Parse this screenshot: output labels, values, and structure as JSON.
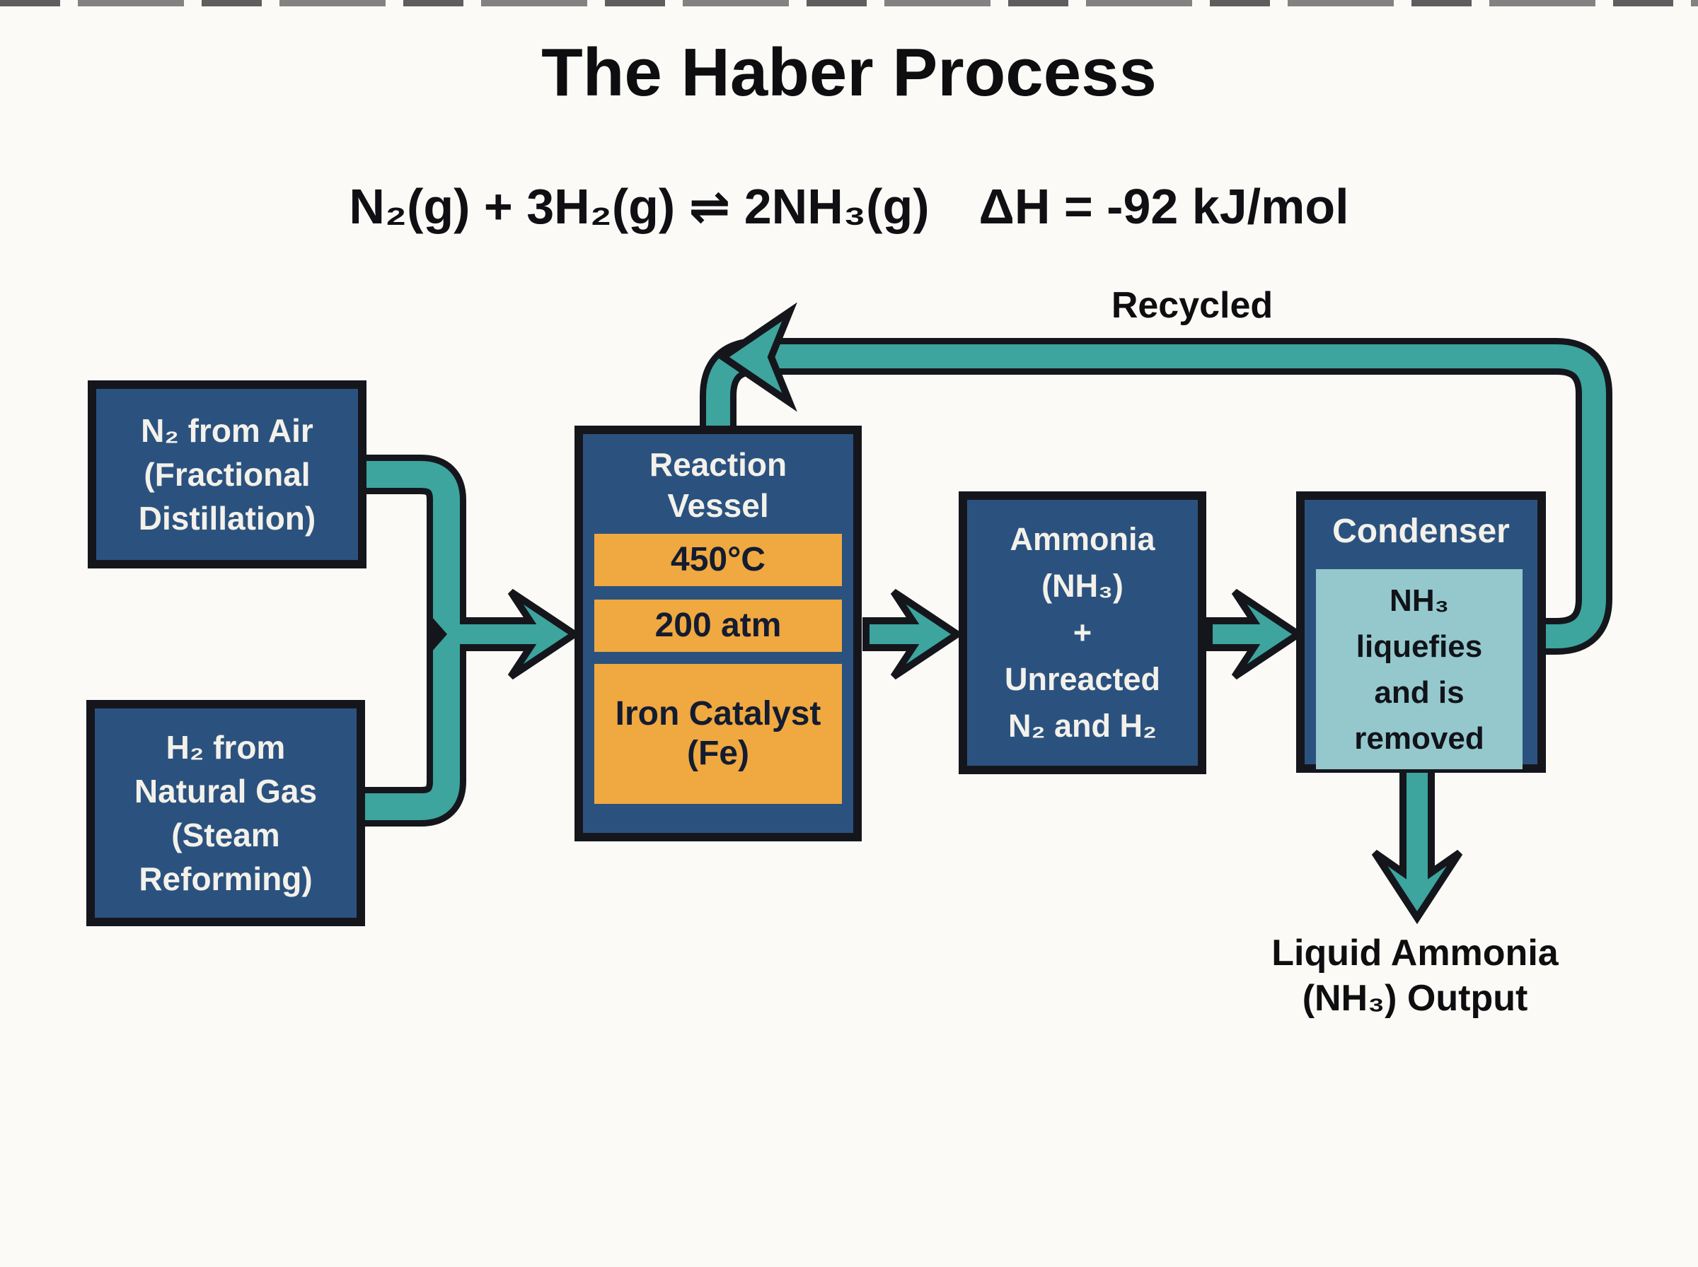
{
  "page": {
    "title": "The Haber Process"
  },
  "equation": {
    "reaction": "N₂(g) + 3H₂(g) ⇌ 2NH₃(g)",
    "enthalpy": "ΔH = -92 kJ/mol"
  },
  "flow": {
    "recycled_label": "Recycled",
    "n2_source": {
      "lines": [
        "N₂ from Air",
        "(Fractional",
        "Distillation)"
      ]
    },
    "h2_source": {
      "lines": [
        "H₂ from",
        "Natural Gas",
        "(Steam",
        "Reforming)"
      ]
    },
    "reaction_vessel": {
      "name_lines": [
        "Reaction",
        "Vessel"
      ],
      "conditions": [
        "450°C",
        "200 atm",
        "Iron Catalyst (Fe)"
      ]
    },
    "mixture": {
      "lines": [
        "Ammonia",
        "(NH₃)",
        "+",
        "Unreacted",
        "N₂ and H₂"
      ]
    },
    "condenser": {
      "title": "Condenser",
      "note_lines": [
        "NH₃",
        "liquefies",
        "and is",
        "removed"
      ]
    },
    "output": {
      "lines": [
        "Liquid Ammonia",
        "(NH₃) Output"
      ]
    }
  },
  "colors": {
    "bg": "#fbfaf6",
    "ink": "#15161c",
    "navy": "#2b527f",
    "teal": "#3da49e",
    "orange": "#f0a840",
    "light_teal": "#94c8cc",
    "text_light": "#f3f1ea",
    "text_dark": "#101319",
    "text_on_orange": "#131c30"
  }
}
